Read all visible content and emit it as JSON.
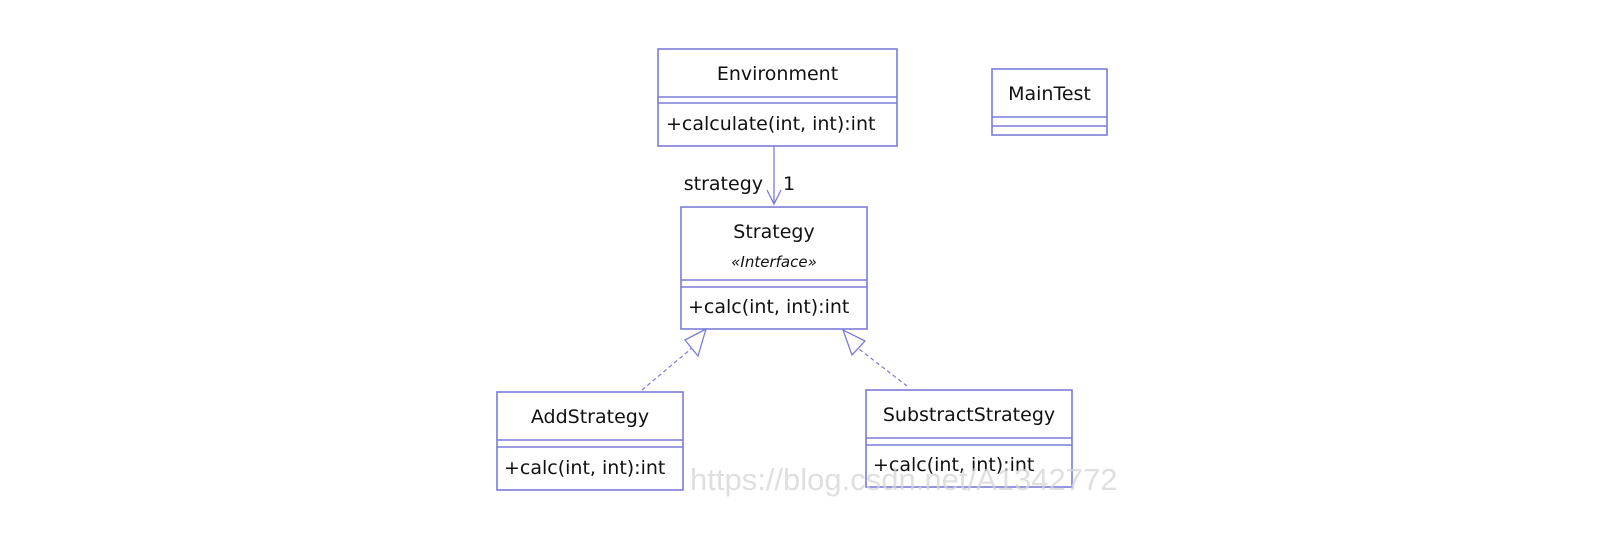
{
  "colors": {
    "line": "#7b7bd8",
    "text": "#111111",
    "watermark": "#d4d4d4"
  },
  "classes": {
    "environment": {
      "name": "Environment",
      "operation": "+calculate(int, int):int"
    },
    "maintest": {
      "name": "MainTest"
    },
    "strategy": {
      "name": "Strategy",
      "stereotype": "«Interface»",
      "operation": "+calc(int, int):int"
    },
    "addstrategy": {
      "name": "AddStrategy",
      "operation": "+calc(int, int):int"
    },
    "substractstrategy": {
      "name": "SubstractStrategy",
      "operation": "+calc(int, int):int"
    }
  },
  "association": {
    "role": "strategy",
    "multiplicity": "1"
  },
  "watermark": "https://blog.csdn.net/A1342772"
}
